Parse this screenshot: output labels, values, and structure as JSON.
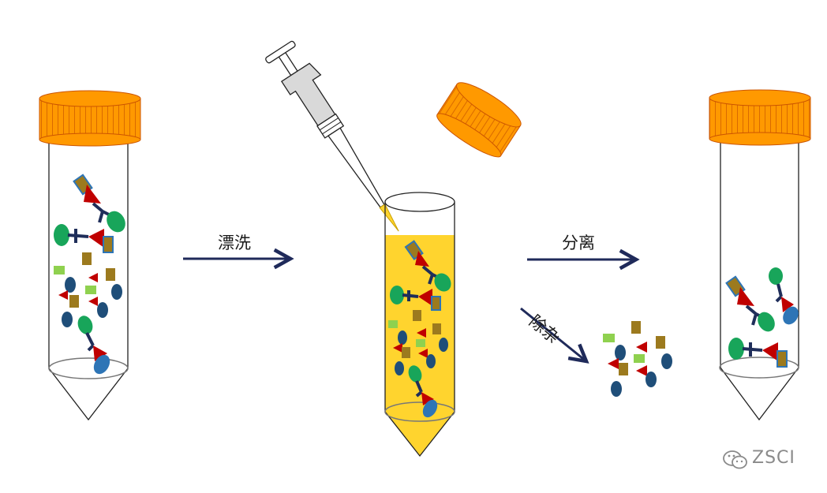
{
  "labels": {
    "wash": "漂洗",
    "separate": "分离",
    "remove_impurities": "除杂"
  },
  "watermark": "ZSCI",
  "icons": {
    "watermark_logo": "wechat-icon",
    "wash_arrow": "arrow-right-icon",
    "separate_arrow": "arrow-right-icon",
    "remove_arrow": "arrow-down-right-icon"
  },
  "colors": {
    "cap": "#FF9900",
    "cap_line": "#CC5500",
    "arrow": "#1F2A5A",
    "liquid": "#FFD42E",
    "antibody": "#1F2E5A",
    "antigen_green": "#18A55A",
    "antigen_blue": "#2E75B6",
    "marker_red": "#C00000",
    "square_brown": "#9C7A1E",
    "square_lime": "#8FD14F",
    "oval_dark": "#1F4E79"
  }
}
